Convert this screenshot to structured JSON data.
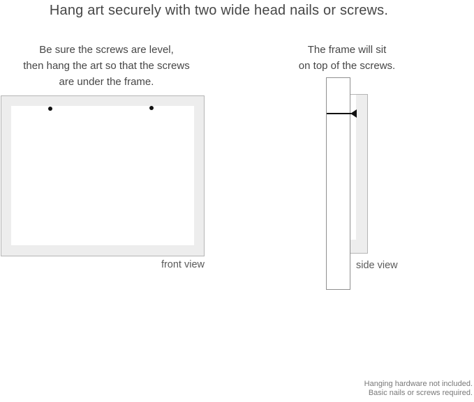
{
  "title": "Hang art securely with two wide head nails or screws.",
  "front_view": {
    "instruction_lines": [
      "Be sure the screws are level,",
      "then hang the art so that the screws",
      "are under the frame."
    ],
    "label": "front view",
    "nail_count": 2
  },
  "side_view": {
    "instruction_lines": [
      "The frame will sit",
      "on top of the screws."
    ],
    "label": "side view"
  },
  "footer": {
    "lines": [
      "Hanging hardware not included.",
      "Basic nails or screws required."
    ]
  },
  "icons": {
    "nail_head_dot": "css-circle",
    "nail_side_profile": "css-left-tapered-triangle-with-shaft"
  },
  "colors": {
    "background": "#ffffff",
    "text_primary": "#464646",
    "text_secondary": "#5a5a5a",
    "footer_text": "#787878",
    "frame_fill": "#ededed",
    "frame_border": "#b5b5b5",
    "wall_border": "#8f8f8f",
    "nail": "#111111"
  }
}
